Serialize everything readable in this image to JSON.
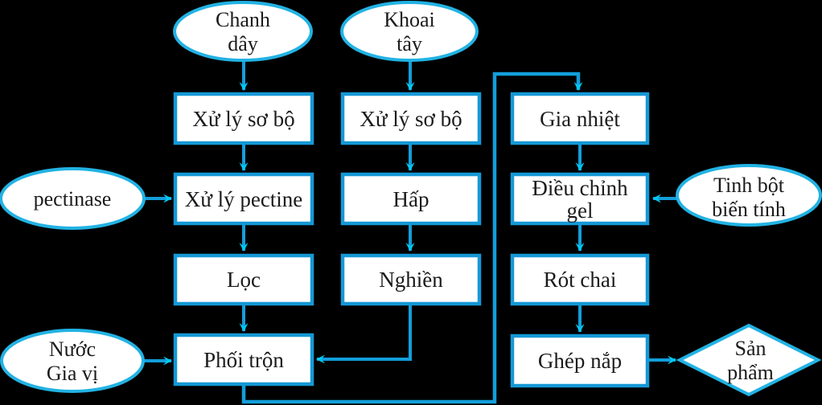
{
  "diagram": {
    "background_color": "#000000",
    "shape_fill": "#ffffff",
    "box_border_color": "#1598d5",
    "oval_border_color": "#22b2e3",
    "connector_color": "#129fdb",
    "arrowhead_color": "#00c9f2",
    "text_color": "#1b1b1b",
    "nodes": {
      "chanh_day": {
        "type": "ellipse",
        "lines": [
          "Chanh",
          "dây"
        ]
      },
      "khoai_tay": {
        "type": "ellipse",
        "lines": [
          "Khoai",
          "tây"
        ]
      },
      "pectinase": {
        "type": "ellipse",
        "lines": [
          "pectinase"
        ]
      },
      "nuoc_gia_vi": {
        "type": "ellipse",
        "lines": [
          "Nước",
          "Gia vị"
        ]
      },
      "tinh_bot_bien_tinh": {
        "type": "ellipse",
        "lines": [
          "Tinh bột",
          "biến tính"
        ]
      },
      "xu_ly_so_bo_1": {
        "type": "process",
        "label": "Xử lý sơ bộ"
      },
      "xu_ly_pectine": {
        "type": "process",
        "label": "Xử lý pectine"
      },
      "loc": {
        "type": "process",
        "label": "Lọc"
      },
      "phoi_tron": {
        "type": "process",
        "label": "Phối trộn"
      },
      "xu_ly_so_bo_2": {
        "type": "process",
        "label": "Xử lý sơ bộ"
      },
      "hap": {
        "type": "process",
        "label": "Hấp"
      },
      "nghien": {
        "type": "process",
        "label": "Nghiền"
      },
      "gia_nhiet": {
        "type": "process",
        "label": "Gia nhiệt"
      },
      "dieu_chinh_gel": {
        "type": "process",
        "lines": [
          "Điều chỉnh",
          "gel"
        ]
      },
      "rot_chai": {
        "type": "process",
        "label": "Rót chai"
      },
      "ghep_nap": {
        "type": "process",
        "label": "Ghép nắp"
      },
      "san_pham": {
        "type": "decision",
        "lines": [
          "Sản",
          "phẩm"
        ]
      }
    }
  }
}
